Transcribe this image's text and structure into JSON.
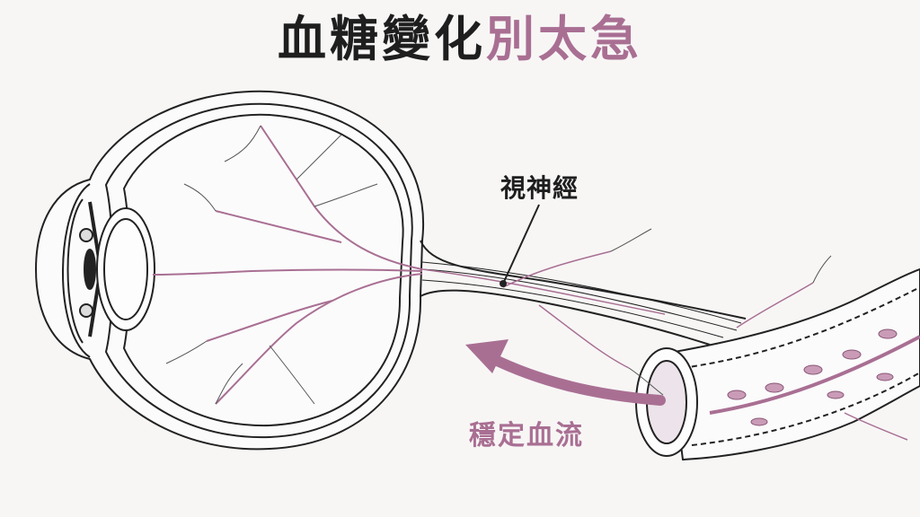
{
  "title": {
    "part1": "血糖變化",
    "part2": "別太急"
  },
  "labels": {
    "optic_nerve": "視神經",
    "stable_flow": "穩定血流"
  },
  "colors": {
    "accent": "#a96f93",
    "ink": "#1e1e1e",
    "background": "#f7f6f5"
  }
}
